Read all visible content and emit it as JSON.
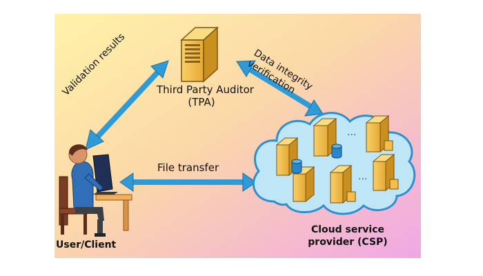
{
  "nodes": {
    "tpa": {
      "line1": "Third Party Auditor",
      "line2": "(TPA)"
    },
    "user": {
      "label": "User/Client"
    },
    "csp": {
      "line1": "Cloud service",
      "line2": "provider (CSP)"
    }
  },
  "edges": {
    "validation": {
      "label": "Validation results"
    },
    "integrity": {
      "line1": "Data integrity",
      "line2": "verification"
    },
    "file_transfer": {
      "label": "File transfer"
    }
  },
  "ellipsis": {
    "a": "...",
    "b": "..."
  },
  "colors": {
    "arrow": "#2f9ad8",
    "cloud_fill": "#bfe6f6",
    "cloud_stroke": "#2d8fd0",
    "server": "#f2c04a",
    "server_dark": "#c98f1f",
    "db": "#2a86cc"
  }
}
